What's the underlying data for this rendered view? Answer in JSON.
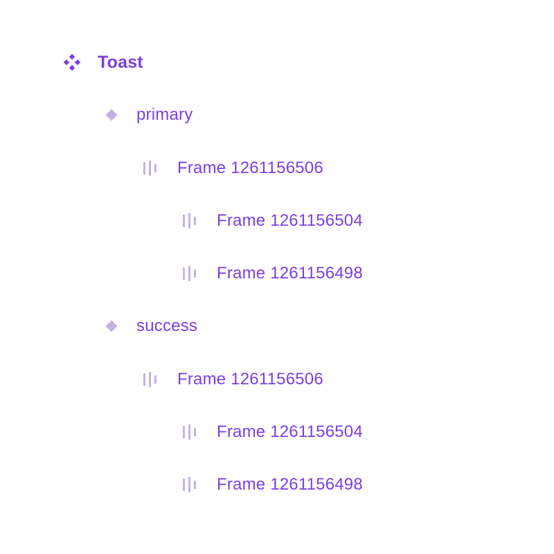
{
  "colors": {
    "label": "#7b3fe0",
    "component_icon": "#7b3fe0",
    "variant_icon": "#c4b2e3",
    "frame_icon": "#c4b2e3"
  },
  "layers": {
    "component": {
      "label": "Toast",
      "icon": "component-icon"
    },
    "variants": [
      {
        "label": "primary",
        "icon": "variant-diamond-icon",
        "frames": [
          {
            "label": "Frame 1261156506",
            "icon": "horizontal-auto-layout-icon",
            "children": [
              {
                "label": "Frame 1261156504",
                "icon": "horizontal-auto-layout-icon"
              },
              {
                "label": "Frame 1261156498",
                "icon": "horizontal-auto-layout-icon"
              }
            ]
          }
        ]
      },
      {
        "label": "success",
        "icon": "variant-diamond-icon",
        "frames": [
          {
            "label": "Frame 1261156506",
            "icon": "horizontal-auto-layout-icon",
            "children": [
              {
                "label": "Frame 1261156504",
                "icon": "horizontal-auto-layout-icon"
              },
              {
                "label": "Frame 1261156498",
                "icon": "horizontal-auto-layout-icon"
              }
            ]
          }
        ]
      }
    ]
  }
}
